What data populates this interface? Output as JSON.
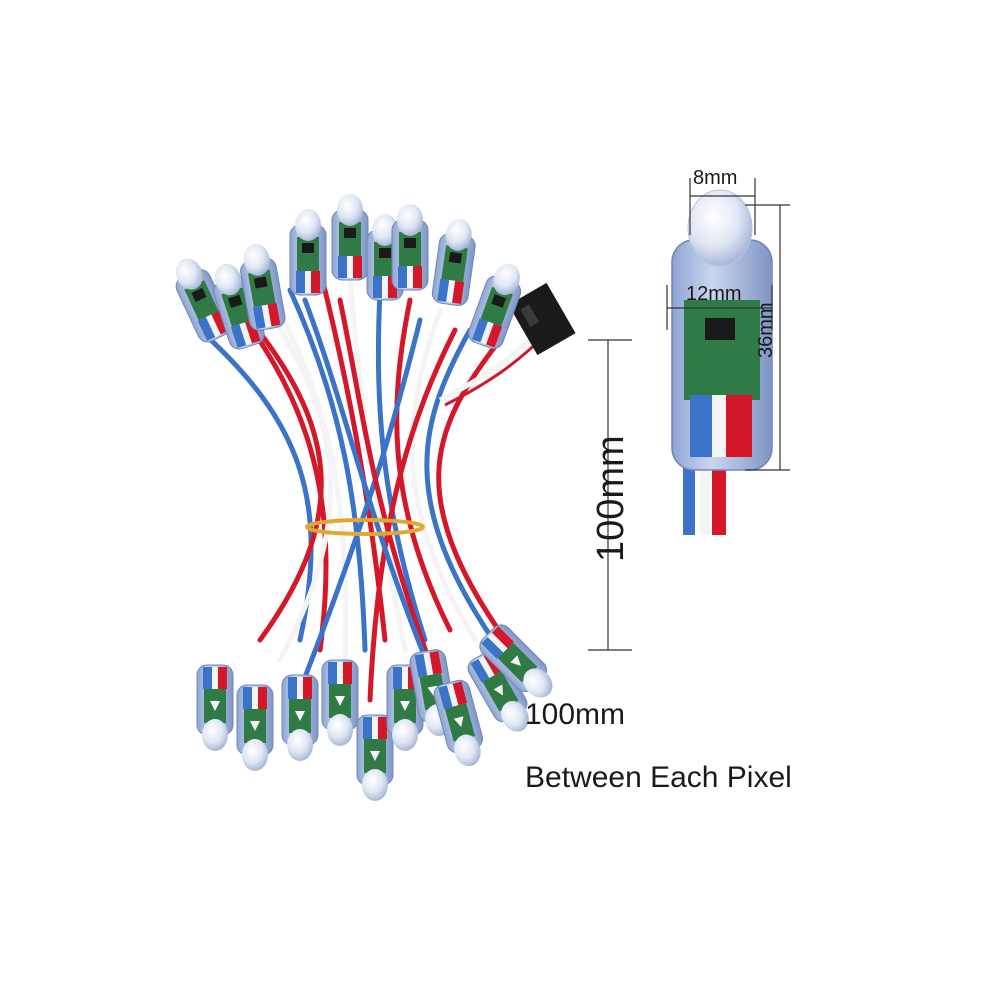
{
  "dimensions": {
    "led_diameter": "8mm",
    "body_width": "12mm",
    "body_height": "36mm",
    "cable_spacing_vertical": "100mm",
    "cable_spacing_caption": "100mm"
  },
  "caption": {
    "text": "Between Each Pixel"
  },
  "colors": {
    "wire_red": "#d4182a",
    "wire_white": "#f4f4f4",
    "wire_blue": "#3b73c8",
    "housing": "#a8bde0",
    "pcb": "#2f7a45",
    "connector": "#1a1a1a",
    "tie": "#e0a832"
  }
}
